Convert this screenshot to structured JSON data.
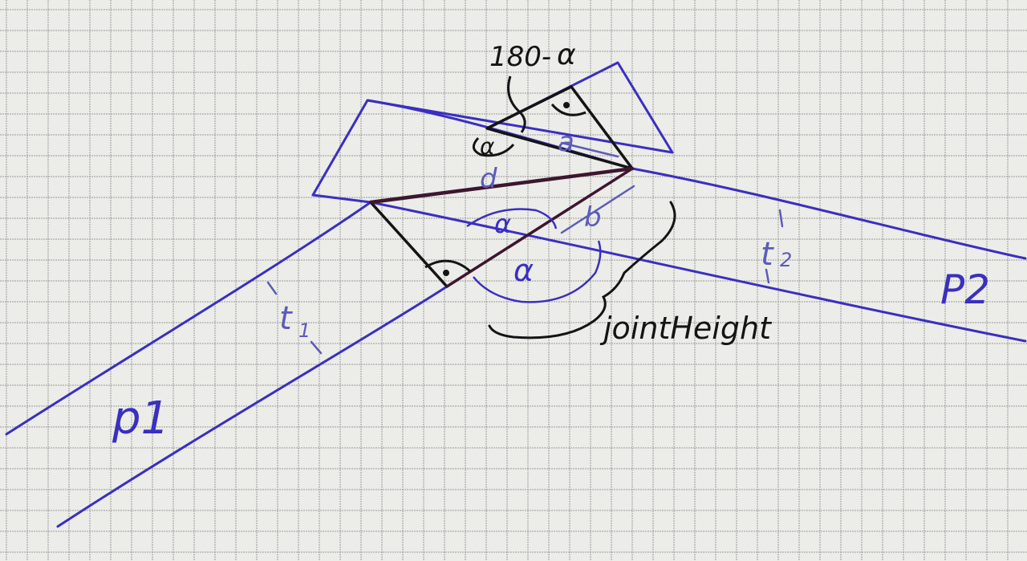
{
  "colors": {
    "paper": "#ecece9",
    "grid": "#9a9a9a",
    "blue_ink": "#3a2fc0",
    "black_ink": "#141414",
    "label_blue": "#5c5cb8",
    "joint_ink": "#3d1630"
  },
  "labels": {
    "p1": "p1",
    "p2": "P2",
    "t1": "t",
    "t1_sub": "1",
    "t2": "t",
    "t2_sub": "2",
    "angle_top": "180-",
    "alpha": "α",
    "a": "a",
    "b": "b",
    "d": "d",
    "joint_height": "jointHeight"
  }
}
